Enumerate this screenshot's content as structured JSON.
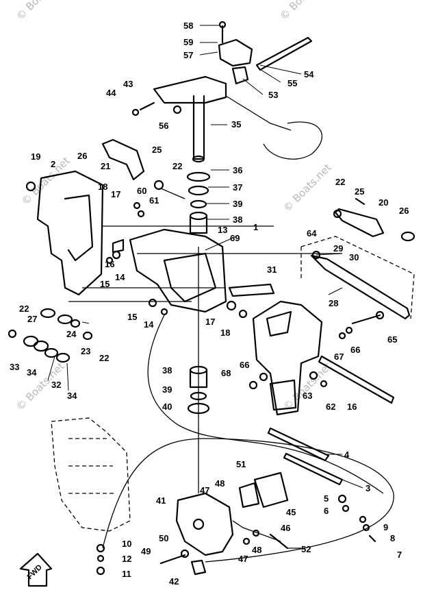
{
  "diagram": {
    "watermark": "© Boats.net",
    "fwd_label": "FWD",
    "callouts": [
      "1",
      "2",
      "3",
      "4",
      "5",
      "6",
      "7",
      "8",
      "9",
      "10",
      "11",
      "12",
      "13",
      "14",
      "15",
      "16",
      "17",
      "18",
      "19",
      "20",
      "21",
      "22",
      "23",
      "24",
      "25",
      "26",
      "27",
      "28",
      "29",
      "30",
      "31",
      "32",
      "33",
      "34",
      "35",
      "36",
      "37",
      "38",
      "39",
      "40",
      "41",
      "42",
      "43",
      "44",
      "45",
      "46",
      "47",
      "48",
      "49",
      "50",
      "51",
      "52",
      "53",
      "54",
      "55",
      "56",
      "57",
      "58",
      "59",
      "60",
      "61",
      "62",
      "63",
      "64",
      "65",
      "66",
      "67",
      "68",
      "69"
    ]
  }
}
